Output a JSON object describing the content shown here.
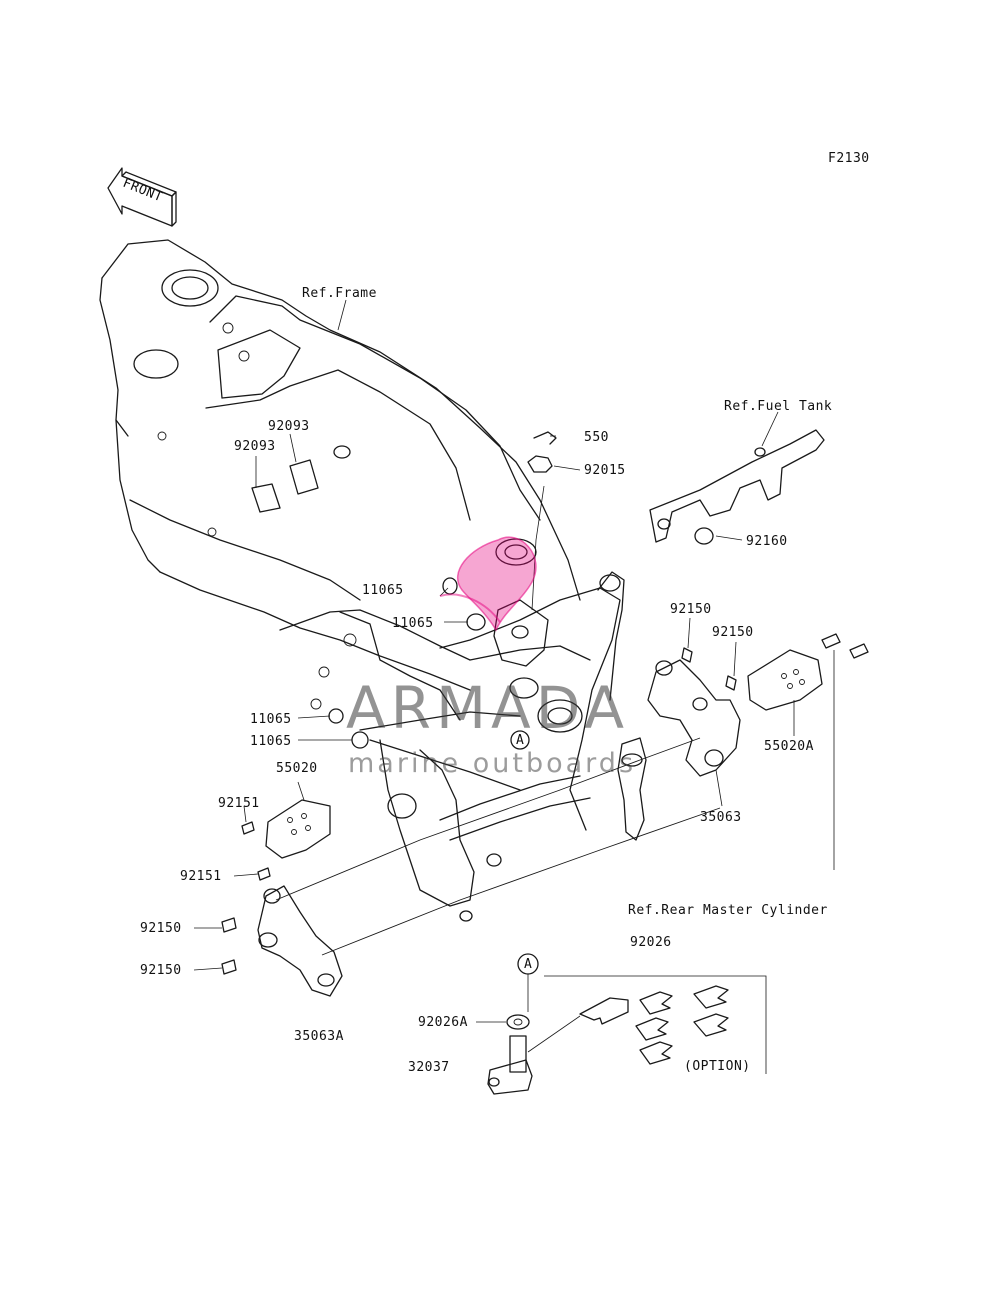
{
  "figure_code": "F2130",
  "front_label": "FRONT",
  "refs": {
    "frame": "Ref.Frame",
    "fuel_tank": "Ref.Fuel Tank",
    "rear_master_cylinder": "Ref.Rear Master Cylinder"
  },
  "part_numbers": {
    "p550": "550",
    "p92015": "92015",
    "p92093_a": "92093",
    "p92093_b": "92093",
    "p92160": "92160",
    "p11065_a": "11065",
    "p11065_b": "11065",
    "p11065_c": "11065",
    "p11065_d": "11065",
    "p92150_a": "92150",
    "p92150_b": "92150",
    "p92150_c": "92150",
    "p92150_d": "92150",
    "p55020A": "55020A",
    "p55020": "55020",
    "p92151_a": "92151",
    "p92151_b": "92151",
    "p35063": "35063",
    "p35063A": "35063A",
    "p92026": "92026",
    "p92026A": "92026A",
    "p32037": "32037"
  },
  "callout_marker": "A",
  "option_label": "(OPTION)",
  "watermark": {
    "brand": "ARMADA",
    "tagline": "marine outboards",
    "accent_color": "#e6007e"
  }
}
